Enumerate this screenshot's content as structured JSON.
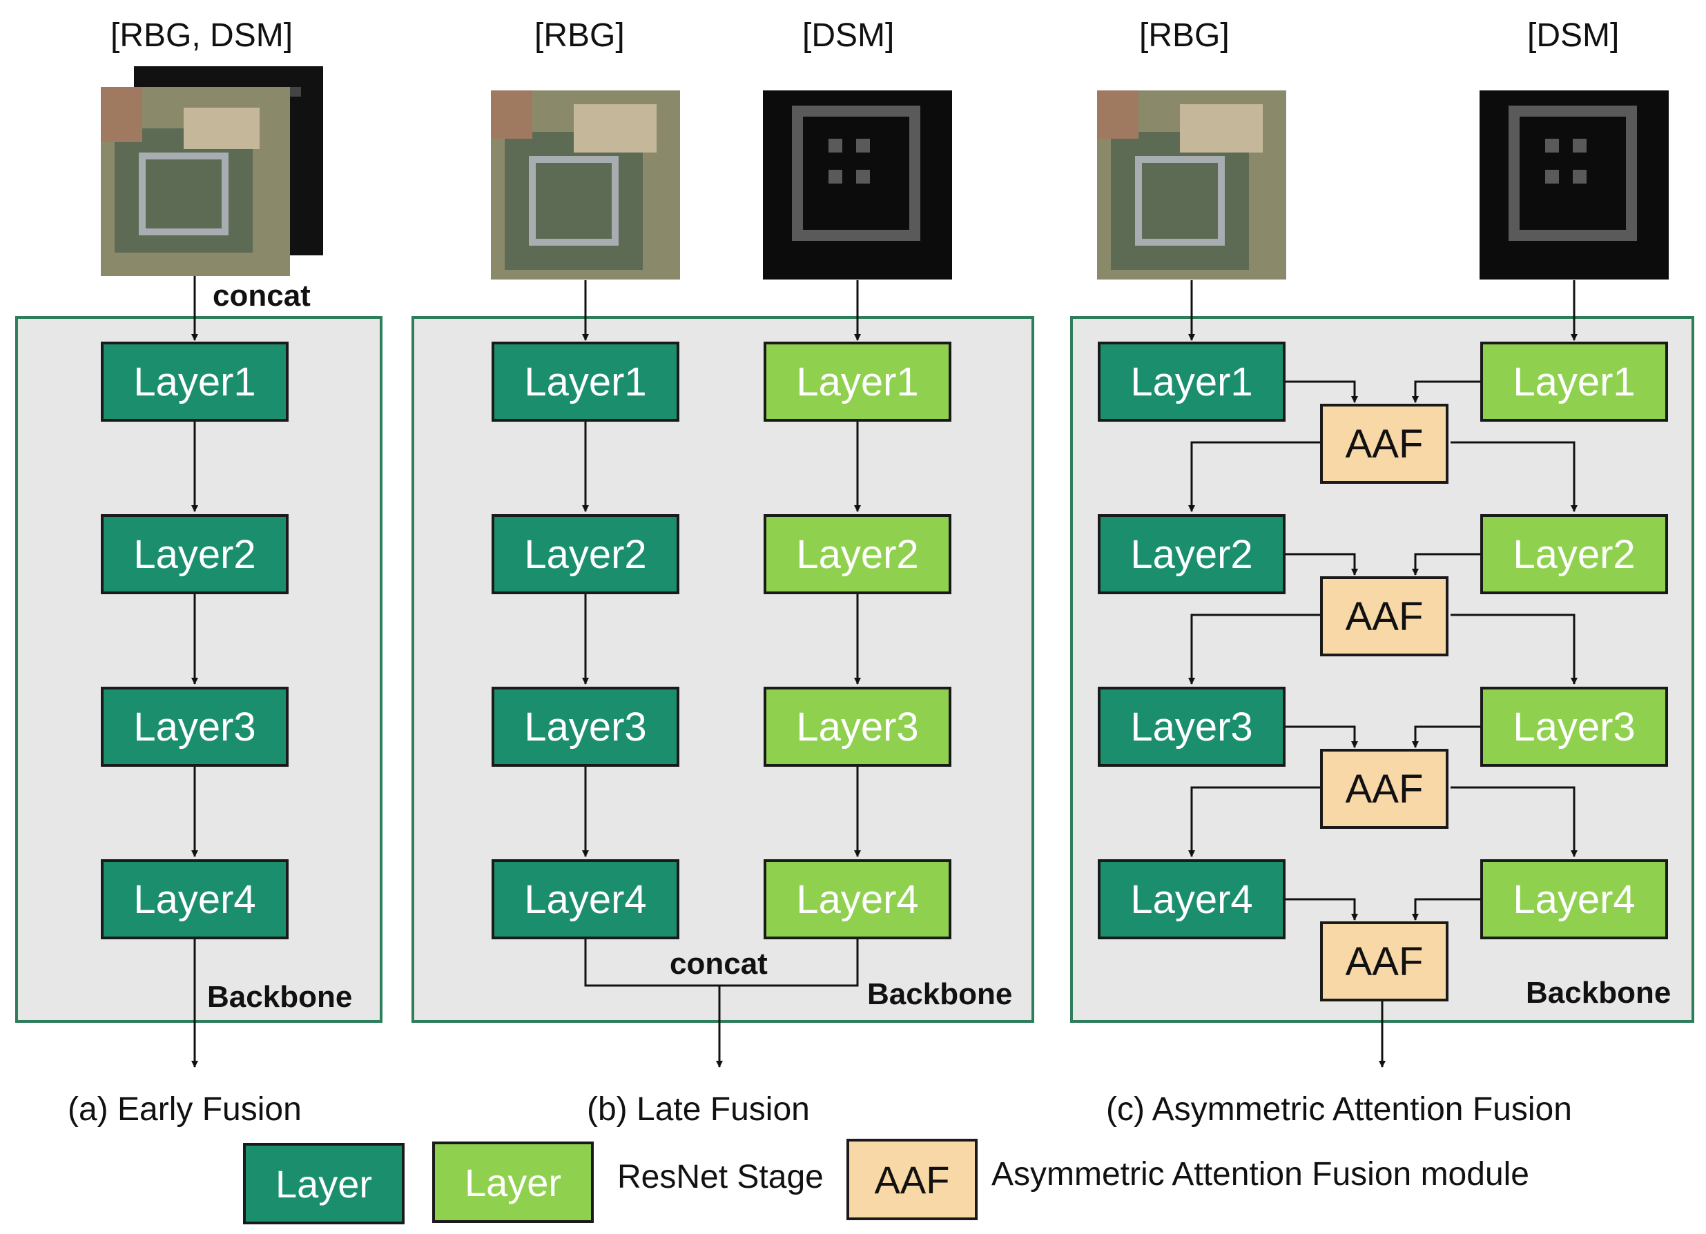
{
  "panel_a": {
    "input_label": "[RBG, DSM]",
    "concat_label": "concat",
    "layers": [
      "Layer1",
      "Layer2",
      "Layer3",
      "Layer4"
    ],
    "backbone_label": "Backbone",
    "caption": "(a) Early Fusion"
  },
  "panel_b": {
    "rgb_label": "[RBG]",
    "dsm_label": "[DSM]",
    "rgb_layers": [
      "Layer1",
      "Layer2",
      "Layer3",
      "Layer4"
    ],
    "dsm_layers": [
      "Layer1",
      "Layer2",
      "Layer3",
      "Layer4"
    ],
    "concat_label": "concat",
    "backbone_label": "Backbone",
    "caption": "(b) Late Fusion"
  },
  "panel_c": {
    "rgb_label": "[RBG]",
    "dsm_label": "[DSM]",
    "rgb_layers": [
      "Layer1",
      "Layer2",
      "Layer3",
      "Layer4"
    ],
    "dsm_layers": [
      "Layer1",
      "Layer2",
      "Layer3",
      "Layer4"
    ],
    "aaf_labels": [
      "AAF",
      "AAF",
      "AAF",
      "AAF"
    ],
    "backbone_label": "Backbone",
    "caption": "(c) Asymmetric Attention Fusion"
  },
  "legend": {
    "layer_dark": "Layer",
    "layer_light": "Layer",
    "layer_desc": "ResNet Stage",
    "aaf": "AAF",
    "aaf_desc": "Asymmetric Attention Fusion module"
  },
  "colors": {
    "rgb_layer": "#1b8f6d",
    "dsm_layer": "#8fd14f",
    "aaf": "#f7d8a6",
    "panel_bg": "#e7e7e7",
    "panel_border": "#2e7d5b"
  }
}
